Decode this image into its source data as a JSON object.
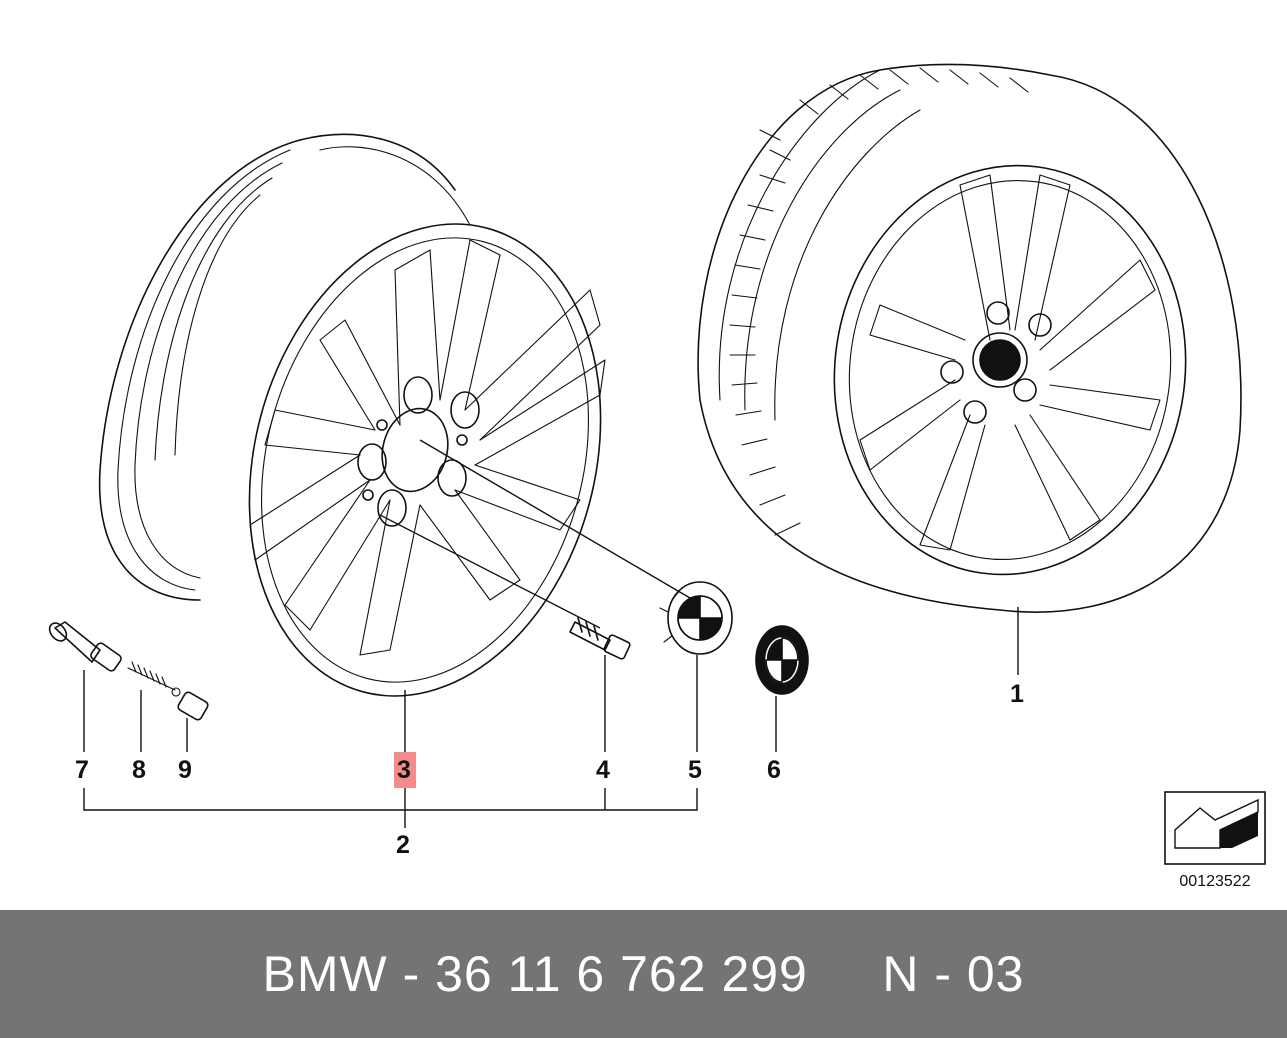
{
  "callouts": {
    "c1": "1",
    "c2": "2",
    "c3": "3",
    "c4": "4",
    "c5": "5",
    "c6": "6",
    "c7": "7",
    "c8": "8",
    "c9": "9"
  },
  "highlight_color": "#f28b8b",
  "diagram_number": "00123522",
  "footer": {
    "text": "BMW - 36 11 6 762 299     N - 03",
    "background": "#747474"
  }
}
